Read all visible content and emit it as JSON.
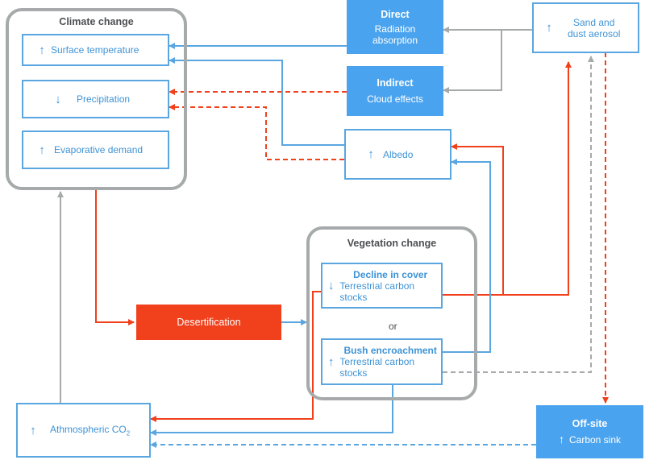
{
  "colors": {
    "blue": "#5aa6e0",
    "blue_fill": "#4aa3ee",
    "red": "#f0401c",
    "gray": "#a6aaab"
  },
  "climate_change": {
    "title": "Climate change",
    "surface_temperature": {
      "arrow": "↑",
      "label": "Surface temperature"
    },
    "precipitation": {
      "arrow": "↓",
      "label": "Precipitation"
    },
    "evaporative_demand": {
      "arrow": "↑",
      "label": "Evaporative demand"
    }
  },
  "direct": {
    "title": "Direct",
    "line1": "Radiation",
    "line2": "absorption"
  },
  "indirect": {
    "title": "Indirect",
    "line1": "Cloud effects"
  },
  "sand_dust": {
    "arrow": "↑",
    "line1": "Sand and",
    "line2": "dust aerosol"
  },
  "albedo": {
    "arrow": "↑",
    "label": "Albedo"
  },
  "vegetation_change": {
    "title": "Vegetation change",
    "decline": {
      "arrow": "↓",
      "title": "Decline in cover",
      "sub": "Terrestrial carbon stocks"
    },
    "or": "or",
    "bush": {
      "arrow": "↑",
      "title": "Bush encroachment",
      "sub": "Terrestrial carbon stocks"
    }
  },
  "desertification": {
    "label": "Desertification"
  },
  "atmospheric_co2": {
    "arrow": "↑",
    "label": "Athmospheric CO",
    "sub": "2"
  },
  "offsite": {
    "title": "Off-site",
    "arrow": "↑",
    "label": "Carbon sink"
  }
}
